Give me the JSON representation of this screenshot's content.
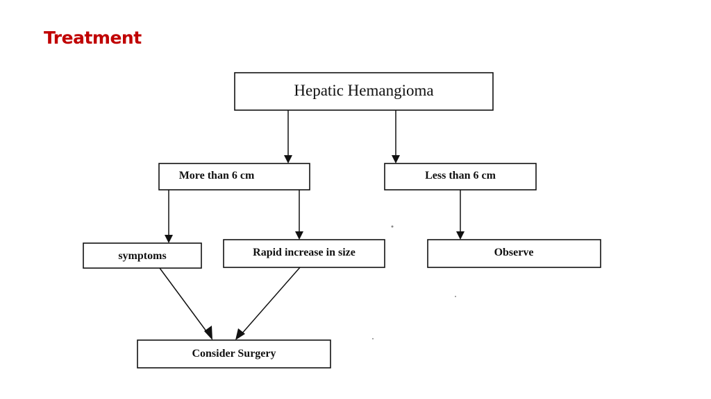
{
  "slide": {
    "title": "Treatment",
    "title_color": "#c00000"
  },
  "diagram": {
    "nodes": {
      "root": "Hepatic Hemangioma",
      "more": "More than 6 cm",
      "less": "Less than 6 cm",
      "symptoms": "symptoms",
      "rapid": "Rapid increase in size",
      "observe": "Observe",
      "surgery": "Consider Surgery"
    },
    "edges": [
      {
        "from": "root",
        "to": "more"
      },
      {
        "from": "root",
        "to": "less"
      },
      {
        "from": "more",
        "to": "symptoms"
      },
      {
        "from": "more",
        "to": "rapid"
      },
      {
        "from": "less",
        "to": "observe"
      },
      {
        "from": "symptoms",
        "to": "surgery"
      },
      {
        "from": "rapid",
        "to": "surgery"
      }
    ]
  }
}
